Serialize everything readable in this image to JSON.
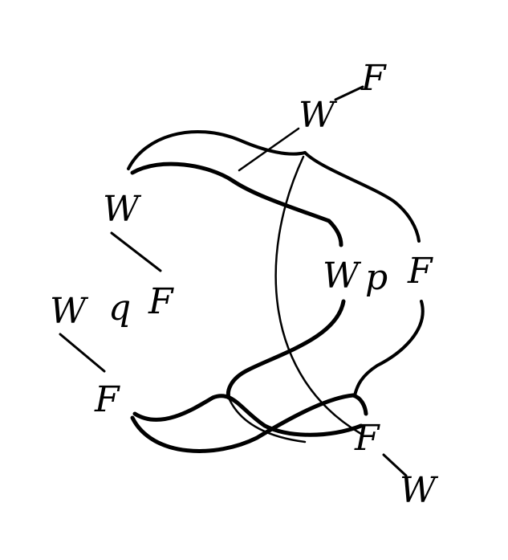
{
  "labels": {
    "top_w": "W",
    "top_f": "F",
    "left_w": "W",
    "left_f": "F",
    "wq_w": "W",
    "wq_q": "q",
    "bottom_left_f": "F",
    "mid_w": "W",
    "mid_p": "p",
    "mid_f": "F",
    "bottom_f": "F",
    "bottom_w": "W"
  },
  "colors": {
    "ink": "#000000",
    "background": "#ffffff"
  }
}
